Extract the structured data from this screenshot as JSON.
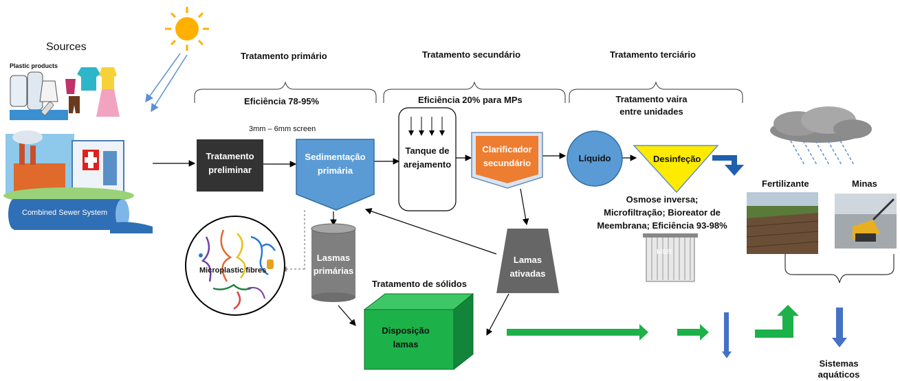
{
  "sources": {
    "title": "Sources",
    "plastic_products": "Plastic products",
    "combined_sewer": "Combined Sewer System",
    "screen": "3mm – 6mm screen",
    "microplastic": "Microplastic fibres"
  },
  "stages": {
    "primary_title": "Tratamento primário",
    "primary_eff": "Eficiência 78-95%",
    "secondary_title": "Tratamento secundário",
    "secondary_eff": "Eficiência 20% para MPs",
    "tertiary_title": "Tratamento terciário",
    "tertiary_eff_1": "Tratamento vaira",
    "tertiary_eff_2": "entre unidades"
  },
  "boxes": {
    "preliminar_1": "Tratamento",
    "preliminar_2": "preliminar",
    "sedimentacao_1": "Sedimentação",
    "sedimentacao_2": "primária",
    "tanque_1": "Tanque de",
    "tanque_2": "arejamento",
    "clarificador_1": "Clarificador",
    "clarificador_2": "secundário",
    "liquido": "Líquido",
    "desinfeccao": "Desinfeção",
    "lasmas_1": "Lasmas",
    "lasmas_2": "primárias",
    "lamas_1": "Lamas",
    "lamas_2": "ativadas",
    "solidos_title": "Tratamento de sólidos",
    "disposicao_1": "Disposição",
    "disposicao_2": "lamas"
  },
  "tertiary_notes": {
    "line1": "Osmose inversa;",
    "line2": "Microfiltração; Bioreator de",
    "line3": "Meembrana; Eficiência 93-98%",
    "mbr": "MBR"
  },
  "outputs": {
    "fertilizante": "Fertilizante",
    "minas": "Minas",
    "sistemas_1": "Sistemas",
    "sistemas_2": "aquáticos"
  },
  "colors": {
    "dark_box": "#333333",
    "blue_box": "#5b9bd5",
    "orange_box": "#ed7d31",
    "green_box": "#1db14a",
    "yellow": "#ffeb00",
    "gray_cyl": "#7f7f7f",
    "arrow_blue": "#4472c4",
    "arrow_green": "#1db14a"
  }
}
